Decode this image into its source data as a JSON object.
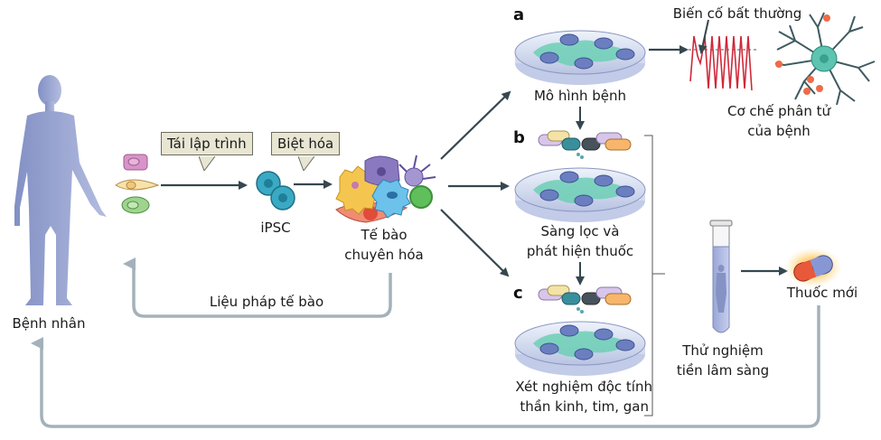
{
  "figure": {
    "patient_label": "Bệnh nhân",
    "reprogramming_label": "Tái lập trình",
    "differentiation_label": "Biệt hóa",
    "ipsc_label": "iPSC",
    "specialized_cells_label_line1": "Tế bào",
    "specialized_cells_label_line2": "chuyên hóa",
    "cell_therapy_label": "Liệu pháp tế bào",
    "panels": [
      {
        "letter": "a",
        "line1": "Mô hình bệnh",
        "line2": ""
      },
      {
        "letter": "b",
        "line1": "Sàng lọc và",
        "line2": "phát hiện thuốc"
      },
      {
        "letter": "c",
        "line1": "Xét nghiệm độc tính",
        "line2": "thần kinh, tim, gan"
      }
    ],
    "abnormal_event_label": "Biến cố bất thường",
    "molecular_mechanism_line1": "Cơ chế phân tử",
    "molecular_mechanism_line2": "của bệnh",
    "preclinical_line1": "Thử nghiệm",
    "preclinical_line2": "tiền lâm sàng",
    "new_drug_label": "Thuốc mới"
  },
  "colors": {
    "arrow_dark": "#35474f",
    "arrow_gray": "#a3b1ba",
    "patient_body": "#8d9bc9",
    "cell_teal": "#5cc4b0",
    "nucleus_blue": "#6b7fc0",
    "trace_red": "#d0283a",
    "callout_bg": "#e8e6d3"
  }
}
